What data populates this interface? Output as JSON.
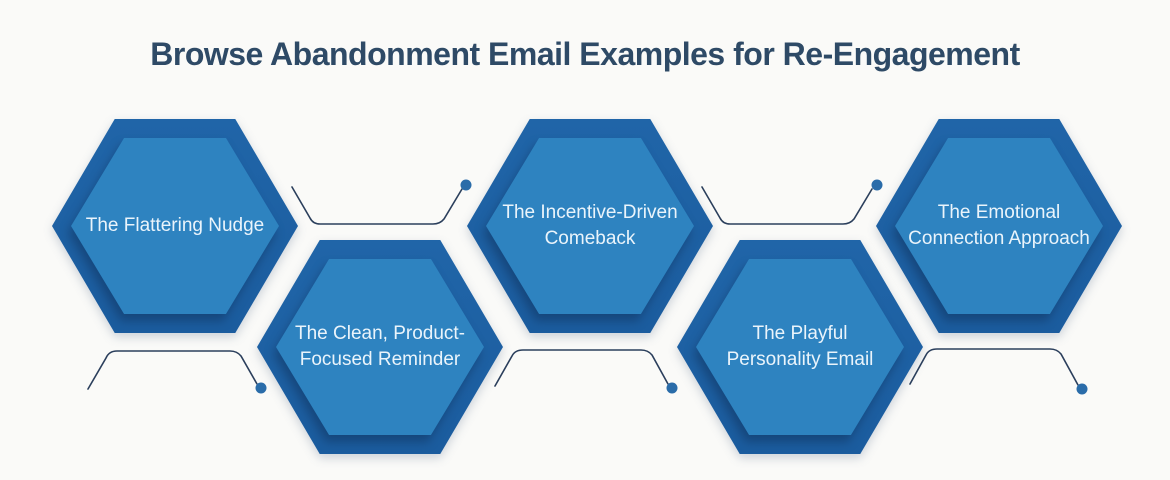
{
  "title": "Browse Abandonment Email Examples for Re-Engagement",
  "hexagons": [
    {
      "label": "The Flattering Nudge",
      "position": "top-row"
    },
    {
      "label": "The Clean, Product-Focused Reminder",
      "position": "bottom-row"
    },
    {
      "label": "The Incentive-Driven Comeback",
      "position": "top-row"
    },
    {
      "label": "The Playful Personality Email",
      "position": "bottom-row"
    },
    {
      "label": "The Emotional Connection Approach",
      "position": "top-row"
    }
  ],
  "colors": {
    "background": "#fafaf8",
    "title_text": "#2e4a66",
    "hexagon_outer": "#2065a8",
    "hexagon_outer_dark": "#1b5c9e",
    "hexagon_inner": "#2e83c0",
    "hexagon_label_text": "#eaf4fb",
    "connector_line": "#2b3f5c",
    "connector_dot": "#2a6ca9"
  }
}
